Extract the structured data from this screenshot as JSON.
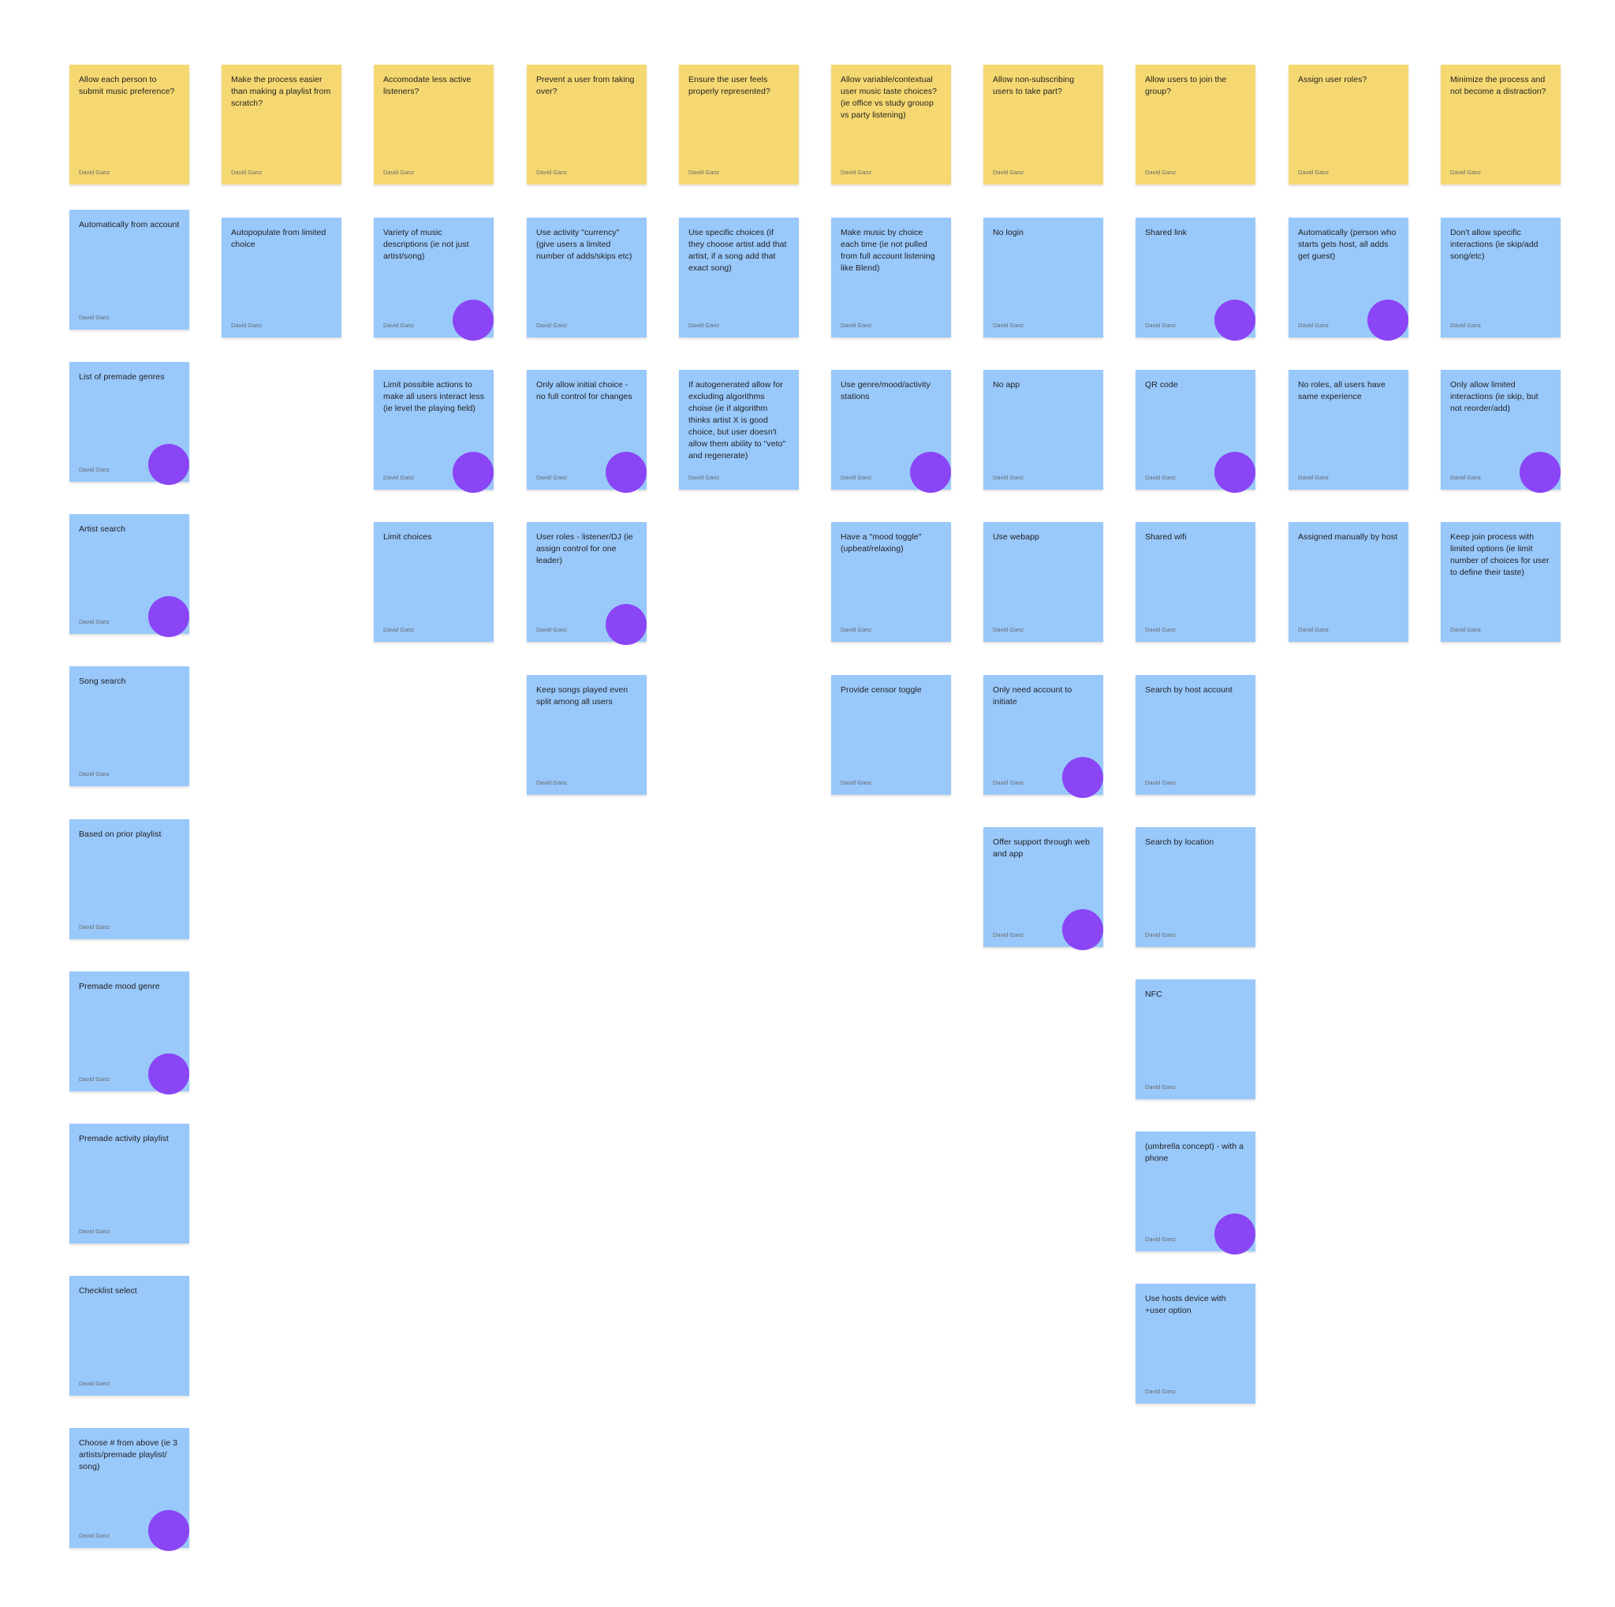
{
  "author": "David Ganz",
  "colors": {
    "question": "#f5d872",
    "idea": "#99c8fb",
    "vote": "#8a45f5",
    "background": "#ffffff"
  },
  "columns": [
    {
      "question": "Allow each person to submit music preference?",
      "ideas": [
        {
          "text": "Automatically from account",
          "voted": false
        },
        {
          "text": "List of premade genres",
          "voted": true
        },
        {
          "text": "Artist search",
          "voted": true
        },
        {
          "text": "Song search",
          "voted": false
        },
        {
          "text": "Based on prior playlist",
          "voted": false
        },
        {
          "text": "Premade mood genre",
          "voted": true
        },
        {
          "text": "Premade activity playlist",
          "voted": false
        },
        {
          "text": "Checklist select",
          "voted": false
        },
        {
          "text": "Choose # from above (ie 3 artists/premade playlist/ song)",
          "voted": true
        }
      ]
    },
    {
      "question": "Make the process easier than making a playlist from scratch?",
      "ideas": [
        {
          "text": "Autopopulate from limited choice",
          "voted": false
        }
      ]
    },
    {
      "question": "Accomodate less active listeners?",
      "ideas": [
        {
          "text": "Variety of music descriptions (ie not just artist/song)",
          "voted": true
        },
        {
          "text": "Limit possible actions to make all users interact less (ie level the playing field)",
          "voted": true
        },
        {
          "text": "Limit choices",
          "voted": false
        }
      ]
    },
    {
      "question": "Prevent a user from taking over?",
      "ideas": [
        {
          "text": "Use activity \"currency\" (give users a limited number of adds/skips etc)",
          "voted": false
        },
        {
          "text": "Only allow initial choice - no full control for changes",
          "voted": true
        },
        {
          "text": "User roles - listener/DJ (ie assign control for one leader)",
          "voted": true
        },
        {
          "text": "Keep songs played even split among all users",
          "voted": false
        }
      ]
    },
    {
      "question": "Ensure the user feels properly represented?",
      "ideas": [
        {
          "text": "Use specific choices (if they choose artist add that artist, if a song add that exact song)",
          "voted": false
        },
        {
          "text": "If autogenerated allow for excluding algorithms choise (ie if algorithm thinks artist X is good choice, but user doesn't allow them ability to \"veto\" and regenerate)",
          "voted": false
        }
      ]
    },
    {
      "question": "Allow variable/contextual user music taste choices? (ie office vs study grouop vs party listening)",
      "ideas": [
        {
          "text": "Make music by choice each time (ie not pulled from full account listening like Blend)",
          "voted": false
        },
        {
          "text": "Use genre/mood/activity stations",
          "voted": true
        },
        {
          "text": "Have a \"mood toggle\" (upbeat/relaxing)",
          "voted": false
        },
        {
          "text": "Provide censor toggle",
          "voted": false
        }
      ]
    },
    {
      "question": "Allow non-subscribing users to take part?",
      "ideas": [
        {
          "text": "No login",
          "voted": false
        },
        {
          "text": "No app",
          "voted": false
        },
        {
          "text": "Use webapp",
          "voted": false
        },
        {
          "text": "Only need account to initiate",
          "voted": true
        },
        {
          "text": "Offer support through web and app",
          "voted": true
        }
      ]
    },
    {
      "question": "Allow users to join the group?",
      "ideas": [
        {
          "text": "Shared link",
          "voted": true
        },
        {
          "text": "QR code",
          "voted": true
        },
        {
          "text": "Shared wifi",
          "voted": false
        },
        {
          "text": "Search by host account",
          "voted": false
        },
        {
          "text": "Search by location",
          "voted": false
        },
        {
          "text": "NFC",
          "voted": false
        },
        {
          "text": "(umbrella concept) - with a phone",
          "voted": true
        },
        {
          "text": "Use hosts device with +user option",
          "voted": false
        }
      ]
    },
    {
      "question": "Assign user roles?",
      "ideas": [
        {
          "text": "Automatically (person who starts gets host, all adds get guest)",
          "voted": true
        },
        {
          "text": "No roles, all users have same experience",
          "voted": false
        },
        {
          "text": "Assigned manually by host",
          "voted": false
        }
      ]
    },
    {
      "question": "Minimize the process and not become a distraction?",
      "ideas": [
        {
          "text": "Don't allow specific interactions (ie skip/add song/etc)",
          "voted": false
        },
        {
          "text": "Only allow limited interactions (ie skip, but not reorder/add)",
          "voted": true
        },
        {
          "text": "Keep join process with limited options (ie limit number of choices for user to define their taste)",
          "voted": false
        }
      ]
    }
  ]
}
